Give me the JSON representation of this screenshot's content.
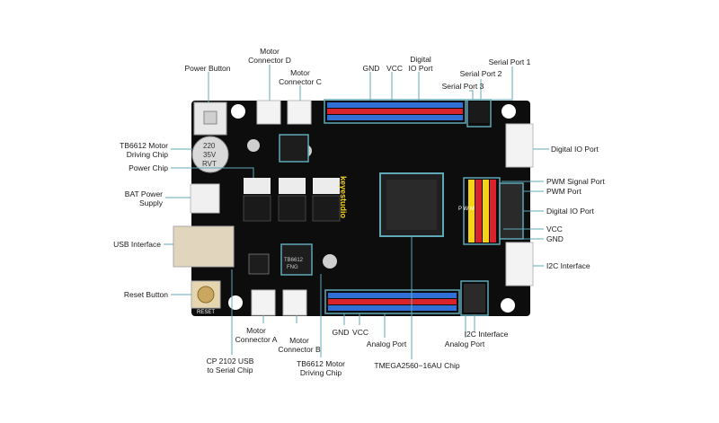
{
  "board": {
    "brand": "keyestudio",
    "cap_text": [
      "220",
      "35V",
      "RVT"
    ],
    "reset_silk": "RESET",
    "pwm_silk": "P W M",
    "chip_silk": [
      "TB6612",
      "FNG"
    ]
  },
  "labels": {
    "power_button": "Power Button",
    "motor_connector_d": [
      "Motor",
      "Connector D"
    ],
    "motor_connector_c": [
      "Motor",
      "Connector C"
    ],
    "gnd_top": "GND",
    "vcc_top": "VCC",
    "digital_io_top": [
      "Digital",
      "IO Port"
    ],
    "serial_port_1": "Serial Port 1",
    "serial_port_2": "Serial Port 2",
    "serial_port_3": "Serial Port 3",
    "tb6612_top": [
      "TB6612 Motor",
      "Driving Chip"
    ],
    "power_chip": "Power Chip",
    "bat_power_supply": [
      "BAT Power",
      "Supply"
    ],
    "usb_interface": "USB Interface",
    "reset_button": "Reset Button",
    "motor_connector_a": [
      "Motor",
      "Connector A"
    ],
    "motor_connector_b": [
      "Motor",
      "Connector B"
    ],
    "cp2102": [
      "CP 2102 USB",
      "to Serial Chip"
    ],
    "tb6612_bottom": [
      "TB6612 Motor",
      "Driving Chip"
    ],
    "gnd_bottom": "GND",
    "vcc_bottom": "VCC",
    "analog_port_bottom": "Analog Port",
    "mega_chip": "TMEGA2560−16AU Chip",
    "i2c_interface_bottom": "I2C Interface",
    "analog_port_right": "Analog Port",
    "digital_io_right_top": "Digital IO Port",
    "pwm_signal_port": "PWM Signal Port",
    "pwm_port": "PWM Port",
    "digital_io_right": "Digital IO Port",
    "vcc_right": "VCC",
    "gnd_right": "GND",
    "i2c_interface_right": "I2C Interface"
  },
  "colors": {
    "board": "#0d0d0d",
    "highlight": "#5fa8b7",
    "header_blue": "#2f6fd6",
    "header_red": "#d8232a",
    "header_yellow": "#f4d21a"
  }
}
